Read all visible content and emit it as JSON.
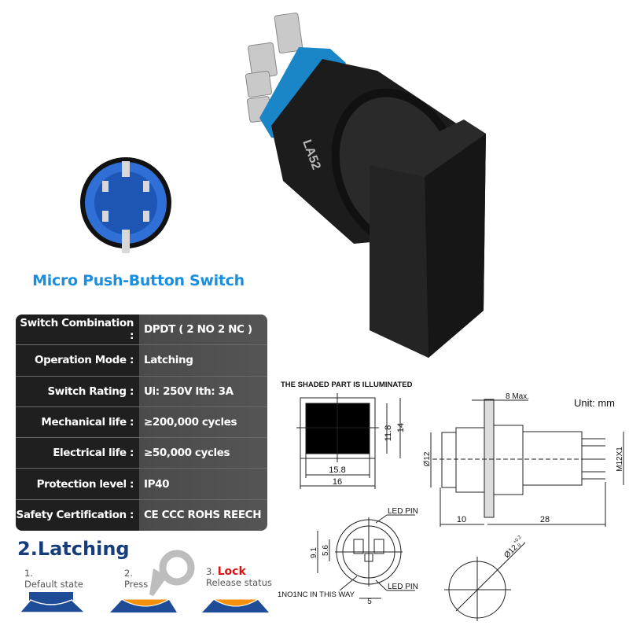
{
  "product": {
    "title": "Micro Push-Button Switch",
    "body_marking": "LA52"
  },
  "specs": [
    {
      "label": "Switch Combination :",
      "value": "DPDT ( 2 NO 2 NC )"
    },
    {
      "label": "Operation Mode :",
      "value": "Latching"
    },
    {
      "label": "Switch Rating :",
      "value": "Ui: 250V  Ith: 3A"
    },
    {
      "label": "Mechanical life :",
      "value": "≥200,000 cycles"
    },
    {
      "label": "Electrical life :",
      "value": "≥50,000 cycles"
    },
    {
      "label": "Protection level :",
      "value": "IP40"
    },
    {
      "label": "Safety Certification :",
      "value": "CE  CCC ROHS REECH"
    }
  ],
  "latching": {
    "title": "2.Latching",
    "steps": [
      {
        "num": "1.",
        "label": "Default state"
      },
      {
        "num": "2.",
        "label": "Press"
      },
      {
        "num": "3.",
        "highlight": "Lock",
        "label": "Release status"
      }
    ]
  },
  "drawing": {
    "illuminated_note": "THE SHADED PART IS ILLUMINATED",
    "unit": "Unit: mm",
    "dims": {
      "inner_height": "11.8",
      "outer_height": "14",
      "inner_width": "15.8",
      "outer_width": "16",
      "panel": "8 Max.",
      "diameter": "Ø12",
      "thread": "M12X1",
      "front_len": "10",
      "rear_len": "28",
      "pin_h1": "9.1",
      "pin_h2": "5.6",
      "pin_w": "5",
      "cutout": "Ø12",
      "cutout_tol": "+0.2",
      "cutout_tol_low": "0"
    },
    "led_pin": "LED PIN",
    "way_note": "1NO1NC IN THIS WAY"
  },
  "colors": {
    "accent_blue": "#1a8fe0",
    "navy": "#173e7a",
    "orange": "#f5900c",
    "lock_red": "#d01818"
  }
}
